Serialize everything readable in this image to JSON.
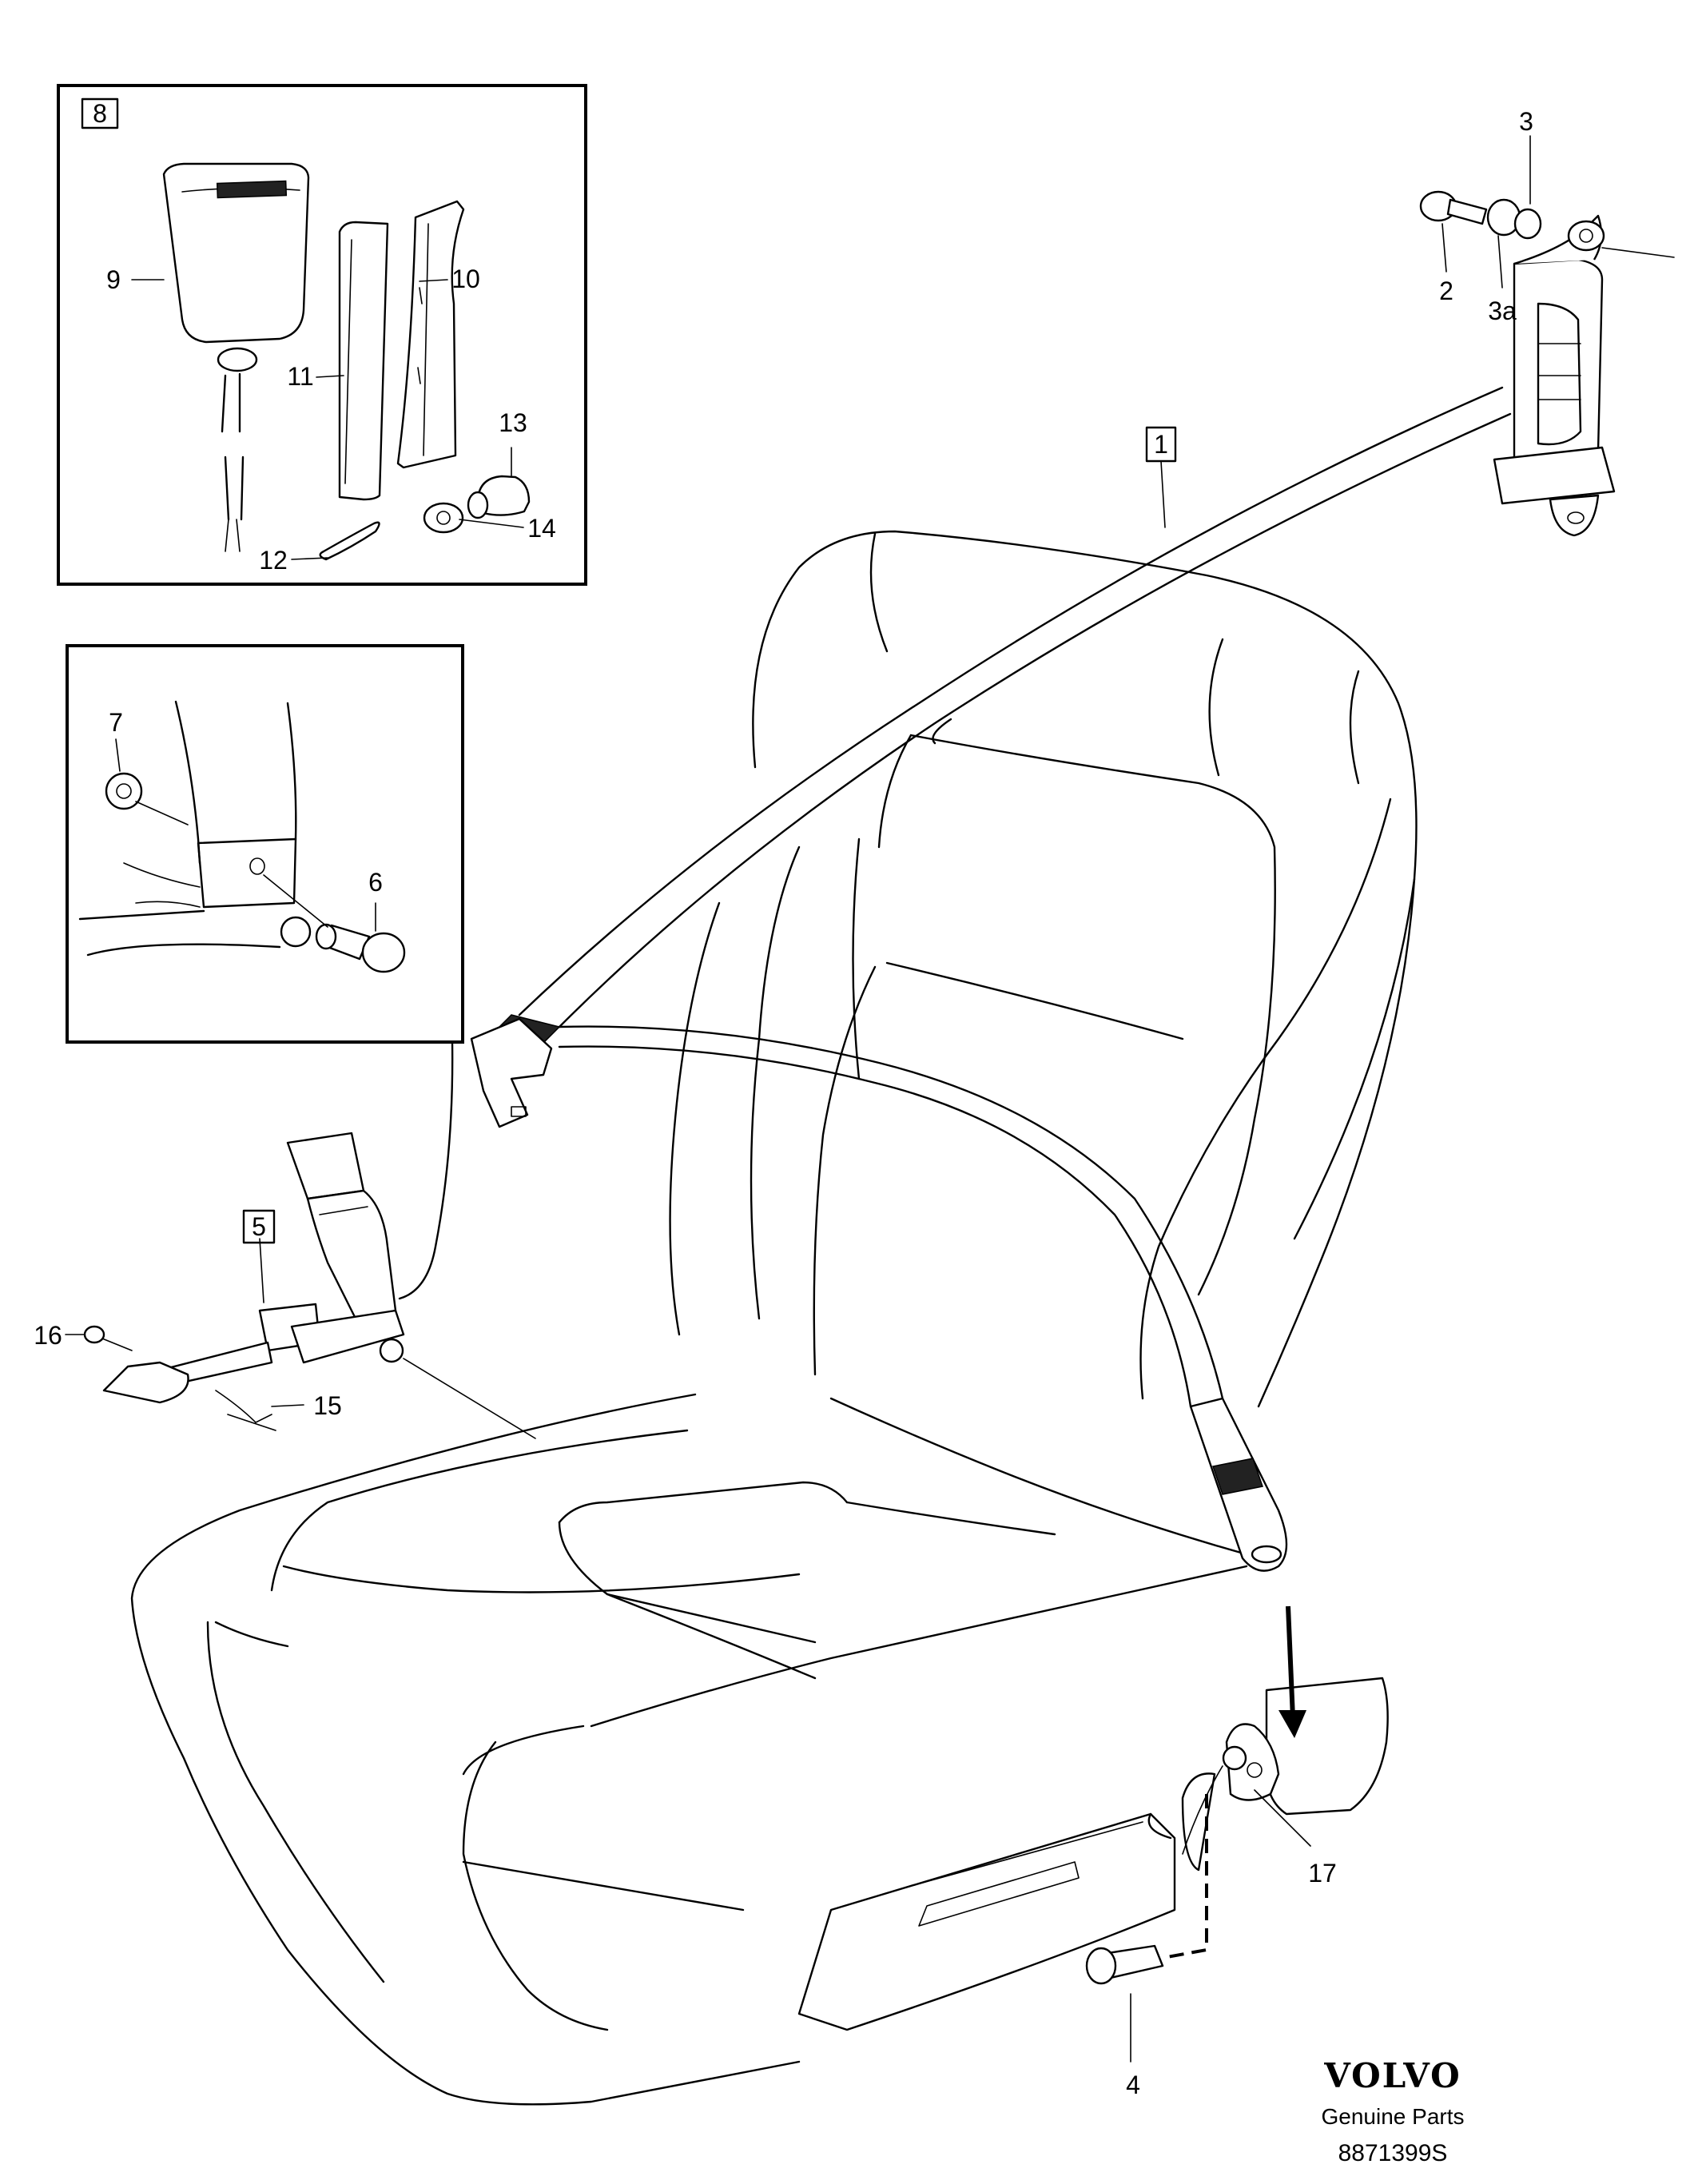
{
  "diagram": {
    "boxed_callouts": [
      "8",
      "1",
      "5"
    ],
    "callouts": {
      "c2": "2",
      "c3": "3",
      "c3a": "3a",
      "c4": "4",
      "c6": "6",
      "c7": "7",
      "c9": "9",
      "c10": "10",
      "c11": "11",
      "c12": "12",
      "c13": "13",
      "c14": "14",
      "c15": "15",
      "c16": "16",
      "c17": "17"
    }
  },
  "brand": {
    "logo_text": "VOLVO",
    "tagline": "Genuine Parts",
    "drawing_number": "8871399S"
  }
}
